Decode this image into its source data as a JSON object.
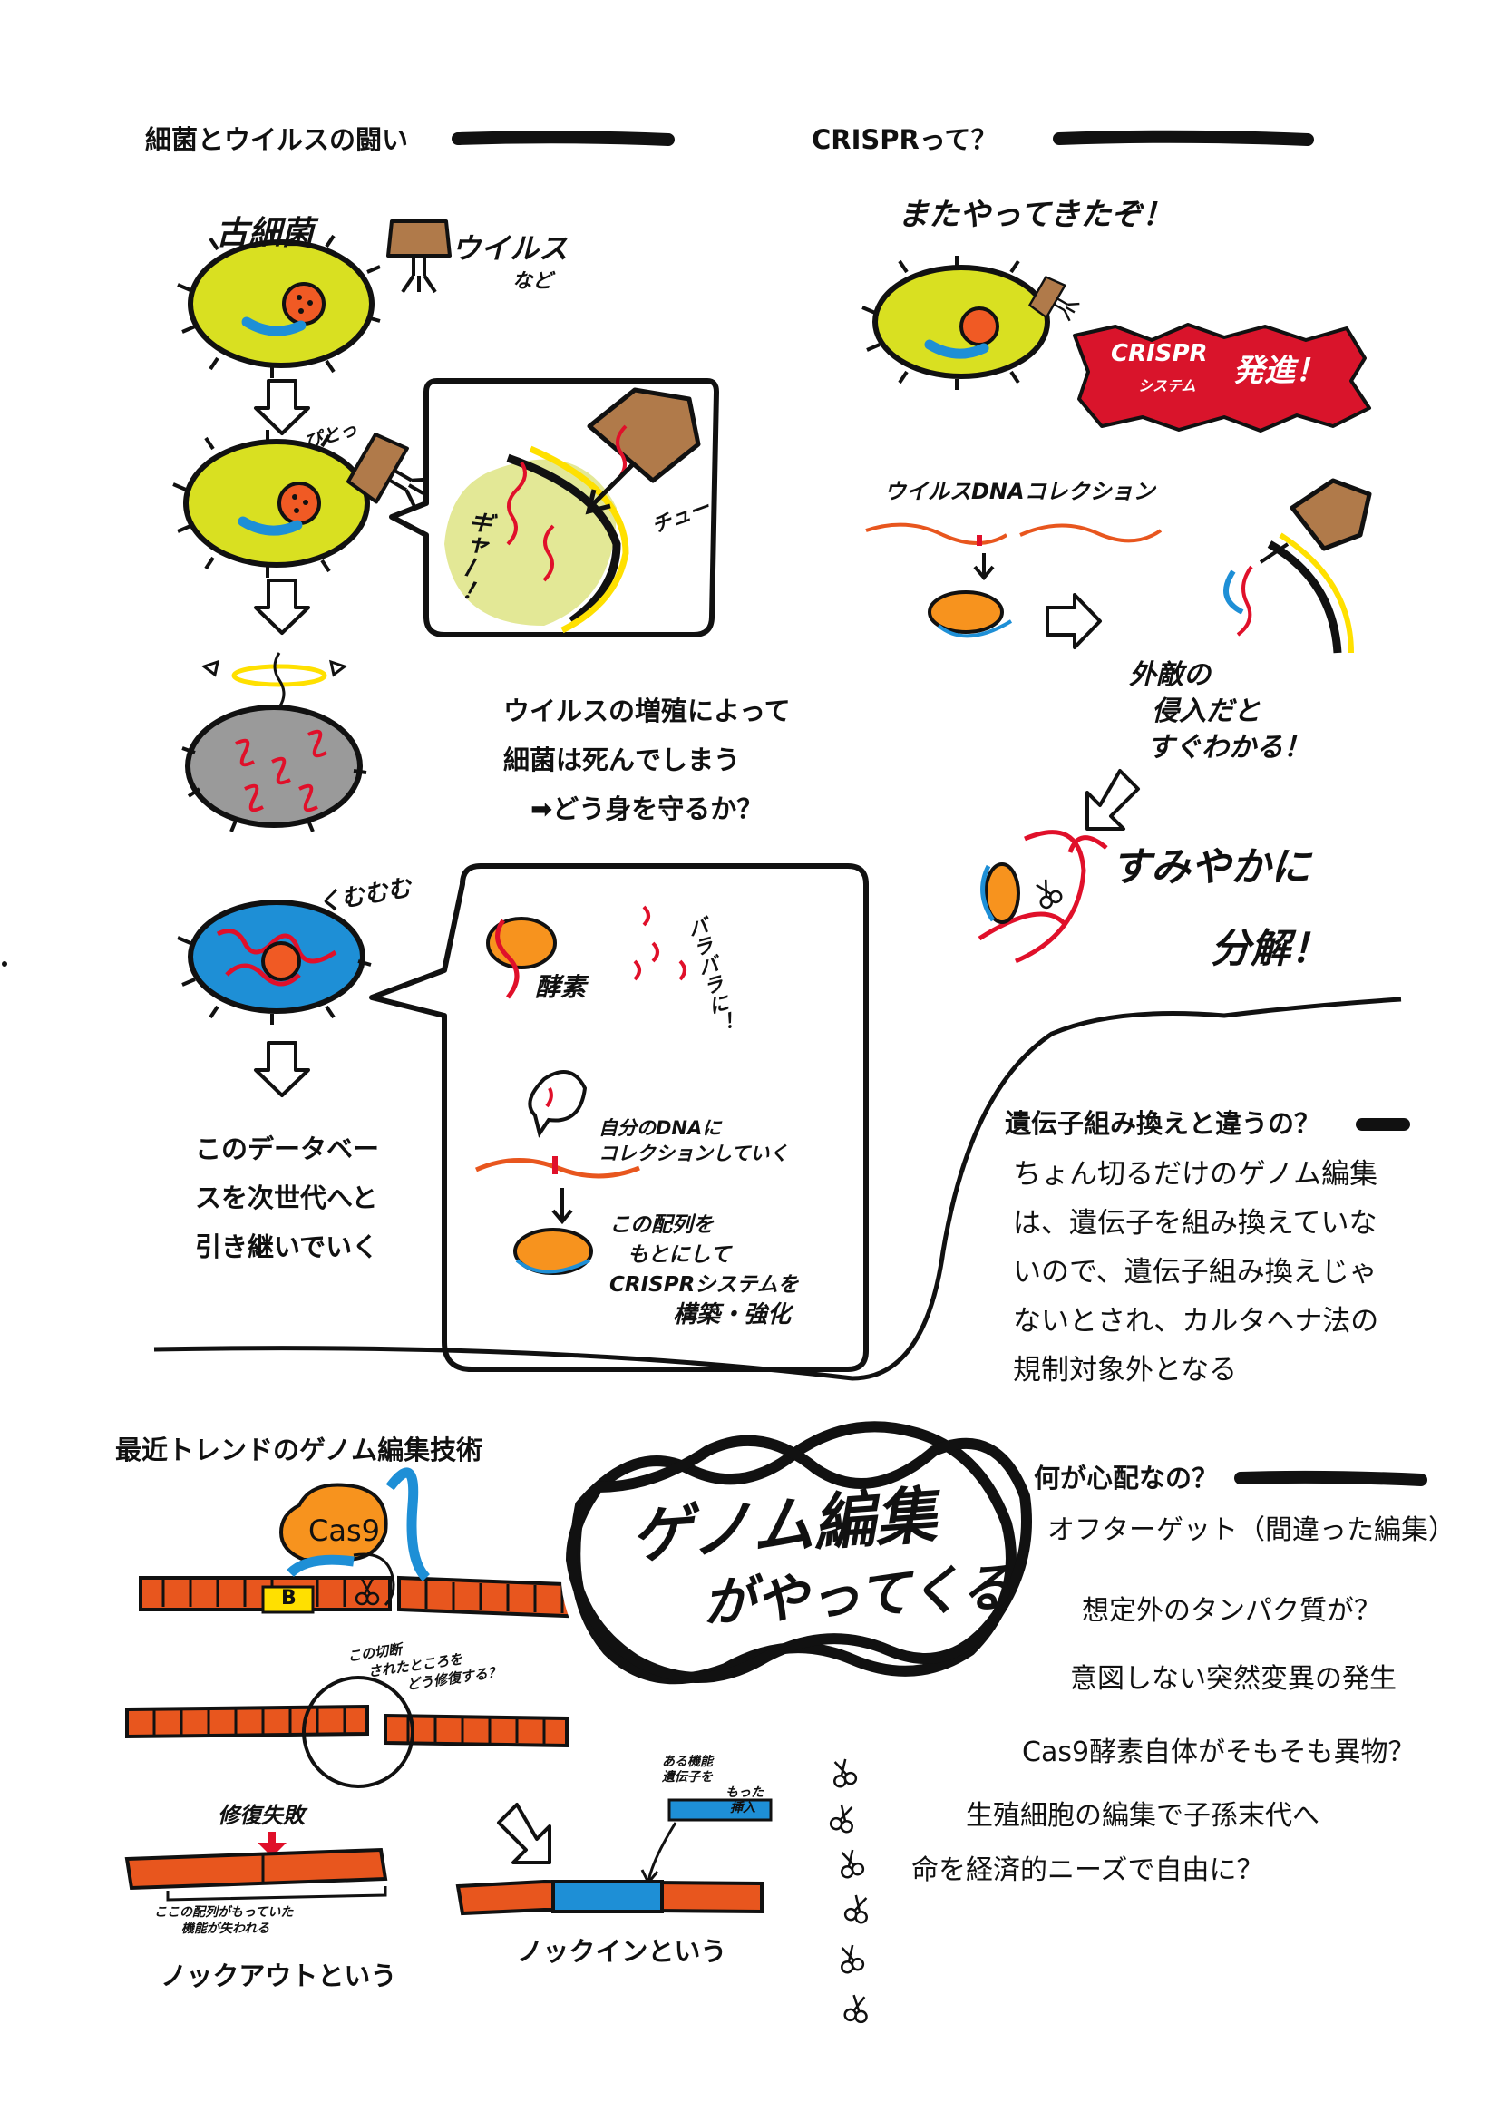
{
  "sections": {
    "battle": {
      "title": "細菌とウイルスの闘い",
      "archaea_label": "古細菌",
      "virus_label": "ウイルス",
      "virus_label2": "など",
      "stick_sound": "ぴとっ",
      "scream": "ギャー！",
      "suck_sound": "チュー",
      "death_note": [
        "ウイルスの増殖によって",
        "細菌は死んでしまう",
        "➡どう身を守るか？"
      ],
      "struggle_sound": "くむむむ",
      "enzyme_label": "酵素",
      "scatter_label": "バラバラに！",
      "collect_label": [
        "自分のDNAに",
        "コレクションしていく"
      ],
      "build_label": [
        "この配列を",
        "もとにして",
        "CRISPRシステムを",
        "構築・強化"
      ],
      "database_note": [
        "このデータベー",
        "スを次世代へと",
        "引き継いでいく"
      ]
    },
    "crispr": {
      "title": "CRISPRって？",
      "came_again": "またやってきたぞ！",
      "launch_word1": "CRISPR",
      "launch_word2": "システム",
      "launch_word3": "発進！",
      "collection_label": "ウイルスDNAコレクション",
      "foreign_label": [
        "外敵の",
        "侵入だと",
        "すぐわかる！"
      ],
      "decompose_label1": "すみやかに",
      "decompose_label2": "分解！"
    },
    "difference": {
      "title": "遺伝子組み換えと違うの？",
      "body": [
        "ちょん切るだけのゲノム編集",
        "は、遺伝子を組み換えていな",
        "いので、遺伝子組み換えじゃ",
        "ないとされ、カルタヘナ法の",
        "規制対象外となる"
      ]
    },
    "trend": {
      "title": "最近トレンドのゲノム編集技術",
      "cas9_label": "Cas9",
      "b_label": "B",
      "cut_question": [
        "この切断",
        "されたところを",
        "どう修復する？"
      ],
      "repair_label": "修復失敗",
      "lost_function": [
        "ここの配列がもっていた",
        "機能が失われる"
      ],
      "knockout_label": "ノックアウトという",
      "insert_label": [
        "ある機能",
        "遺伝子を",
        "もった",
        "挿入"
      ],
      "knockin_label": "ノックインという"
    },
    "banner": {
      "line1": "ゲノム編集",
      "line2": "がやってくる"
    },
    "concerns": {
      "title": "何が心配なの？",
      "items": [
        "オフターゲット（間違った編集）",
        "想定外のタンパク質が？",
        "意図しない突然変異の発生",
        "Cas9酵素自体がそもそも異物？",
        "生殖細胞の編集で子孫末代へ",
        "命を経済的ニーズで自由に？"
      ]
    }
  },
  "colors": {
    "cell_yellow": "#d9e021",
    "cell_gray": "#9a9a9a",
    "cell_blue": "#1e8fd6",
    "nucleus_orange": "#f05a24",
    "virus_brown": "#b07a4a",
    "dna_red": "#e0102a",
    "enzyme_orange": "#f7931e",
    "dna_bar_orange": "#e8561e",
    "badge_red": "#d9142b",
    "label_yellow": "#ffe000"
  }
}
